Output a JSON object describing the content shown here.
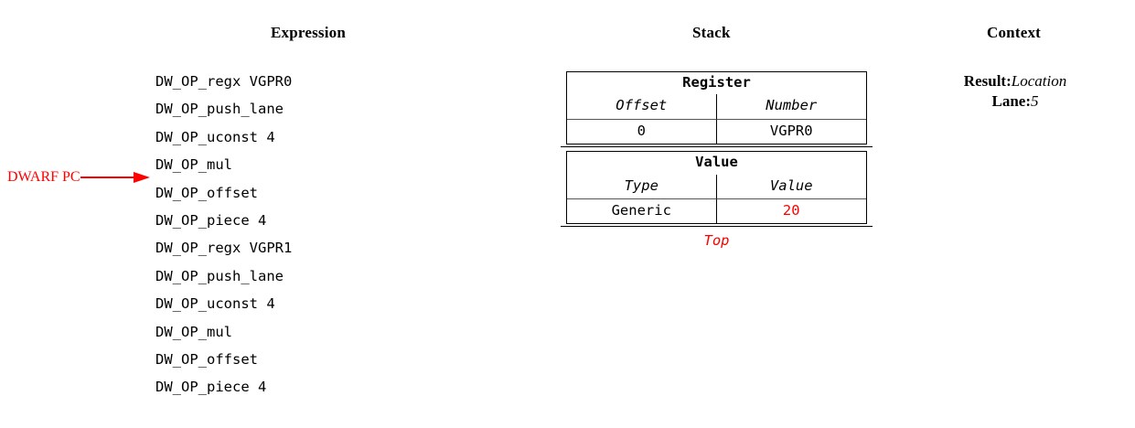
{
  "headings": {
    "expression": "Expression",
    "stack": "Stack",
    "context": "Context"
  },
  "expression": {
    "lines": [
      "DW_OP_regx VGPR0",
      "DW_OP_push_lane",
      "DW_OP_uconst 4",
      "DW_OP_mul",
      "DW_OP_offset",
      "DW_OP_piece 4",
      "DW_OP_regx VGPR1",
      "DW_OP_push_lane",
      "DW_OP_uconst 4",
      "DW_OP_mul",
      "DW_OP_offset",
      "DW_OP_piece 4"
    ],
    "pc_marker": {
      "label": "DWARF PC",
      "points_to_line_index": 4,
      "color": "#ff0000"
    }
  },
  "stack": {
    "entries": [
      {
        "title": "Register",
        "columns": [
          "Offset",
          "Number"
        ],
        "values": [
          "0",
          "VGPR0"
        ],
        "value_colors": [
          "#000000",
          "#000000"
        ]
      },
      {
        "title": "Value",
        "columns": [
          "Type",
          "Value"
        ],
        "values": [
          "Generic",
          "20"
        ],
        "value_colors": [
          "#000000",
          "#ff0000"
        ]
      }
    ],
    "top_label": "Top",
    "top_label_color": "#ff0000"
  },
  "context": {
    "rows": [
      {
        "key": "Result:",
        "value": "Location"
      },
      {
        "key": "Lane:",
        "value": "5"
      }
    ]
  },
  "colors": {
    "highlight": "#ff0000",
    "text": "#000000",
    "rule": "#000000",
    "inner_rule": "#555555"
  }
}
